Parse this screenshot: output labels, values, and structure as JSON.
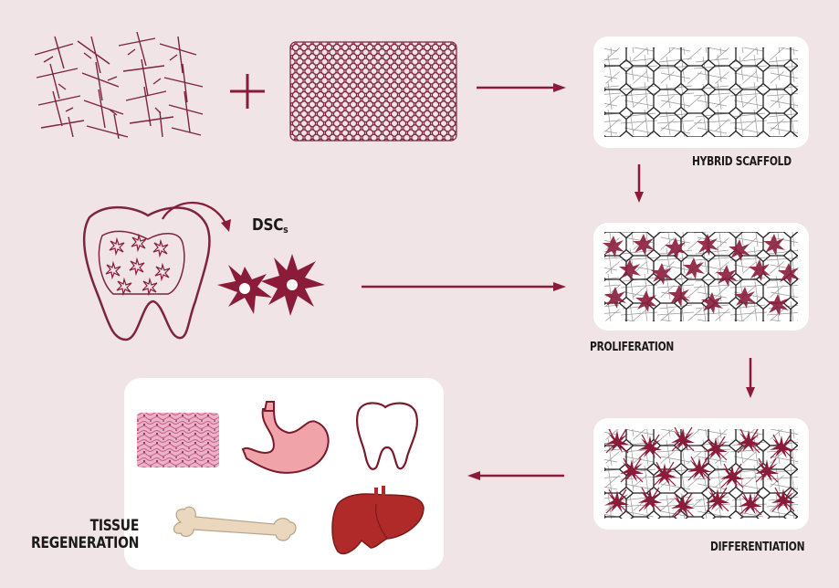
{
  "labels": {
    "hybrid_scaffold": "HYBRID SCAFFOLD",
    "dsc_main": "DSC",
    "dsc_sub": "s",
    "proliferation": "PROLIFERATION",
    "differentiation": "DIFFERENTIATION",
    "tissue_line1": "TISSUE",
    "tissue_line2": "REGENERATION"
  },
  "colors": {
    "background": "#f0e4e7",
    "accent": "#8a1c3a",
    "fiber": "#7d2440",
    "panel": "#ffffff",
    "mesh": "#222222",
    "cell": "#8a1c3a",
    "stomach": "#f0a3a8",
    "liver": "#b02a2a",
    "bone": "#ead7bd",
    "muscle": "#e6a0bd"
  },
  "icons": [
    "plus-icon",
    "arrow-icon",
    "tooth-icon",
    "stem-cell-icon",
    "stomach-icon",
    "liver-icon",
    "bone-icon",
    "muscle-tissue-icon"
  ]
}
